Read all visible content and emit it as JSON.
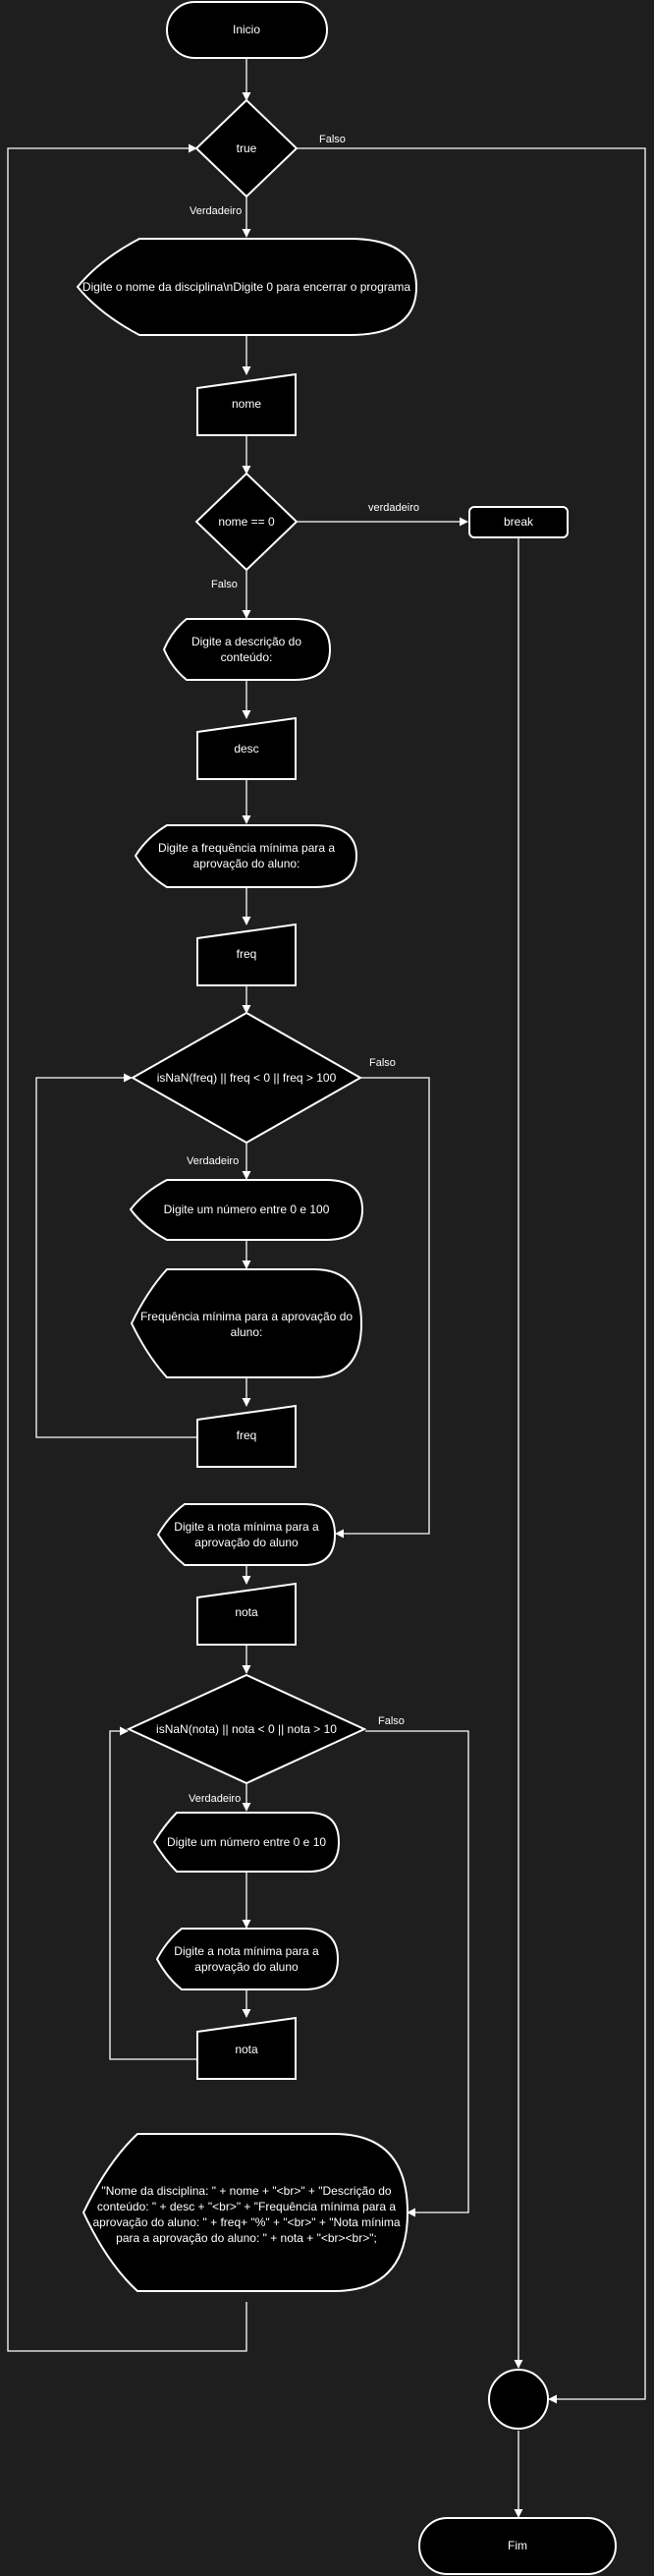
{
  "diagram": {
    "nodes": {
      "start": "Inicio",
      "cond_true": "true",
      "out_prompt_name": "Digite o nome da disciplina\\nDigite 0 para encerrar o programa",
      "in_nome": "nome",
      "cond_nome": "nome == 0",
      "break": "break",
      "out_desc_l1": "Digite a descrição do",
      "out_desc_l2": "conteúdo:",
      "in_desc": "desc",
      "out_freq_l1": "Digite a frequência mínima para a",
      "out_freq_l2": "aprovação do aluno:",
      "in_freq": "freq",
      "cond_freq": "isNaN(freq) || freq < 0 || freq > 100",
      "out_freq_err": "Digite um número entre 0 e 100",
      "out_freq_again_l1": "Frequência mínima para a aprovação do",
      "out_freq_again_l2": "aluno:",
      "in_freq2": "freq",
      "out_nota_l1": "Digite a nota mínima para a",
      "out_nota_l2": "aprovação do aluno",
      "in_nota": "nota",
      "cond_nota": "isNaN(nota) || nota < 0 || nota > 10",
      "out_nota_err": "Digite um número entre 0 e 10",
      "out_nota_again_l1": "Digite a nota mínima para a",
      "out_nota_again_l2": "aprovação do aluno",
      "in_nota2": "nota",
      "out_result_l1": "\"Nome da disciplina: \" + nome + \"<br>\" + \"Descrição do",
      "out_result_l2": "conteúdo: \" + desc + \"<br>\" + \"Frequência mínima para a",
      "out_result_l3": "aprovação do aluno: \" + freq+ \"%\" + \"<br>\" + \"Nota mínima",
      "out_result_l4": "para a aprovação do aluno: \" + nota + \"<br><br>\";",
      "end": "Fim"
    },
    "edge_labels": {
      "true_false": "Falso",
      "true_yes": "Verdadeiro",
      "nome_yes": "verdadeiro",
      "nome_no": "Falso",
      "freq_no": "Falso",
      "freq_yes": "Verdadeiro",
      "nota_no": "Falso",
      "nota_yes": "Verdadeiro"
    }
  }
}
